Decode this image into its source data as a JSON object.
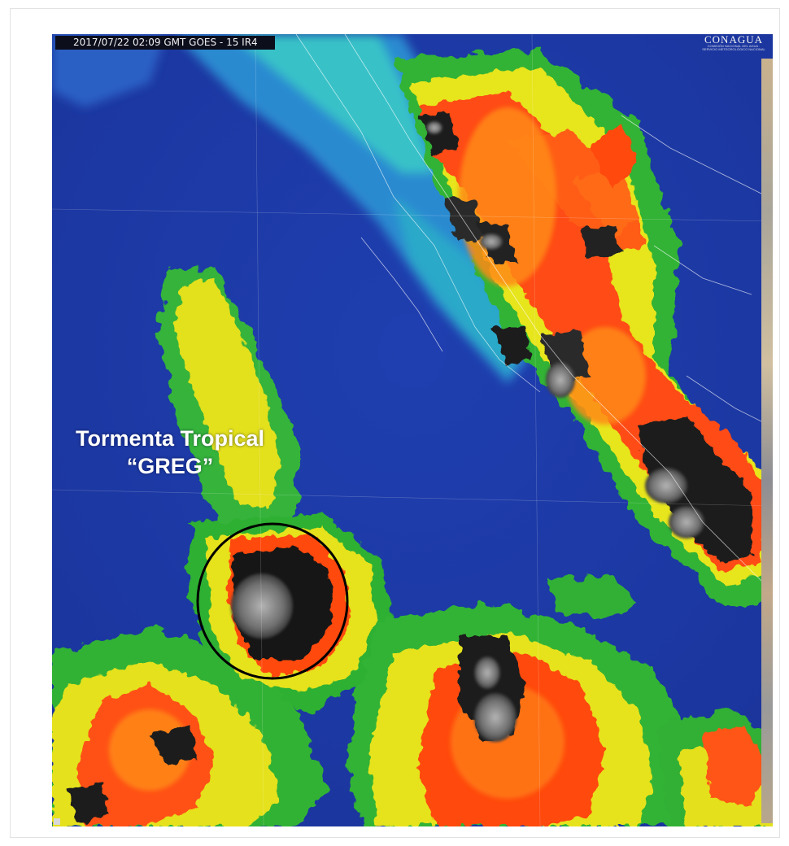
{
  "image": {
    "timestamp_label": "2017/07/22 02:09 GMT GOES - 15 IR4",
    "logo_text": "CONAGUA",
    "logo_subtext": "COMISIÓN NACIONAL DEL AGUA · SERVICIO METEOROLÓGICO NACIONAL"
  },
  "annotation": {
    "line1": "Tormenta Tropical",
    "line2": "“GREG”"
  },
  "colors": {
    "ocean": "#1d3aa7",
    "cool_cloud": "#2ec7b5",
    "low_cloud": "#2fae2f",
    "mid_cloud": "#e8e41c",
    "high_cloud": "#ff4a10",
    "coldest_top": "#7a7a7a",
    "storm_circle": "#000000"
  }
}
